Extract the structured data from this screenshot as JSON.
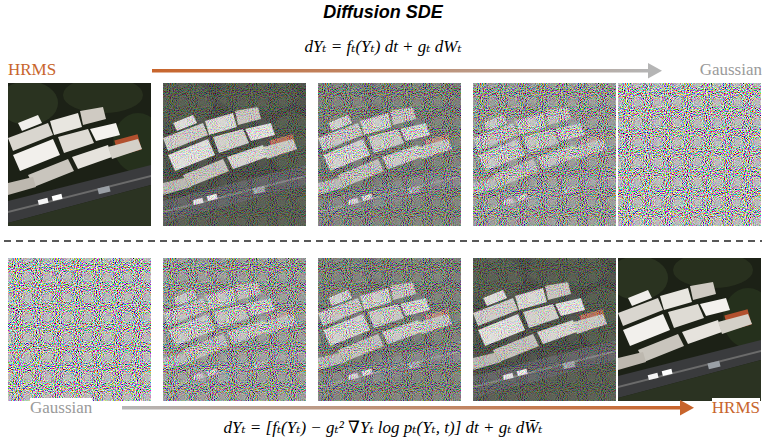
{
  "diagram": {
    "title": "Diffusion SDE",
    "labels": [
      "dYₜ = fₜ(Yₜ) dt + gₜ dWₜ",
      "HRMS",
      "Gaussian",
      "Gaussian",
      "HRMS",
      "dYₜ = [fₜ(Yₜ) − gₜ² ∇Yₜ log pₜ(Yₜ, t)] dt + gₜ dW̄ₜ"
    ]
  }
}
